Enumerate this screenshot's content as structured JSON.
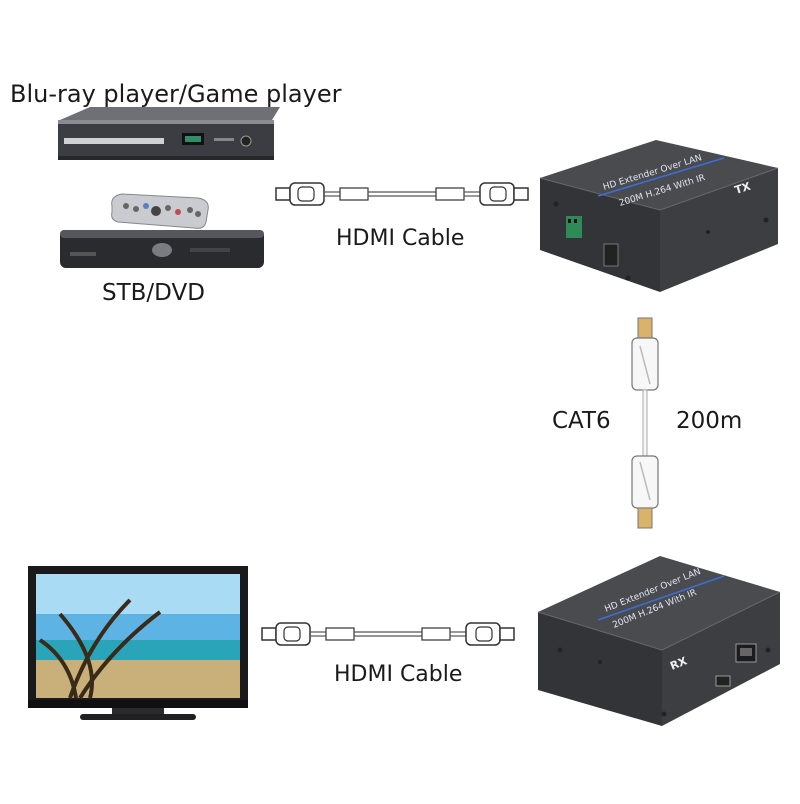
{
  "labels": {
    "source_devices": "Blu-ray player/Game player",
    "stb": "STB/DVD",
    "hdmi_top": "HDMI Cable",
    "hdmi_bottom": "HDMI Cable",
    "cat6": "CAT6",
    "distance": "200m"
  },
  "transmitter": {
    "line1": "HD Extender Over LAN",
    "line2": "200M H.264 With IR",
    "tag": "TX"
  },
  "receiver": {
    "line1": "HD Extender Over LAN",
    "line2": "200M H.264 With IR",
    "tag": "RX"
  },
  "colors": {
    "device_body": "#3a3b3e",
    "device_top": "#4a4b4f",
    "cable_white": "#f2f2f2",
    "cable_outline": "#4a4a4a",
    "connector_gold": "#d9b36a",
    "accent_blue": "#3b6fd6"
  }
}
